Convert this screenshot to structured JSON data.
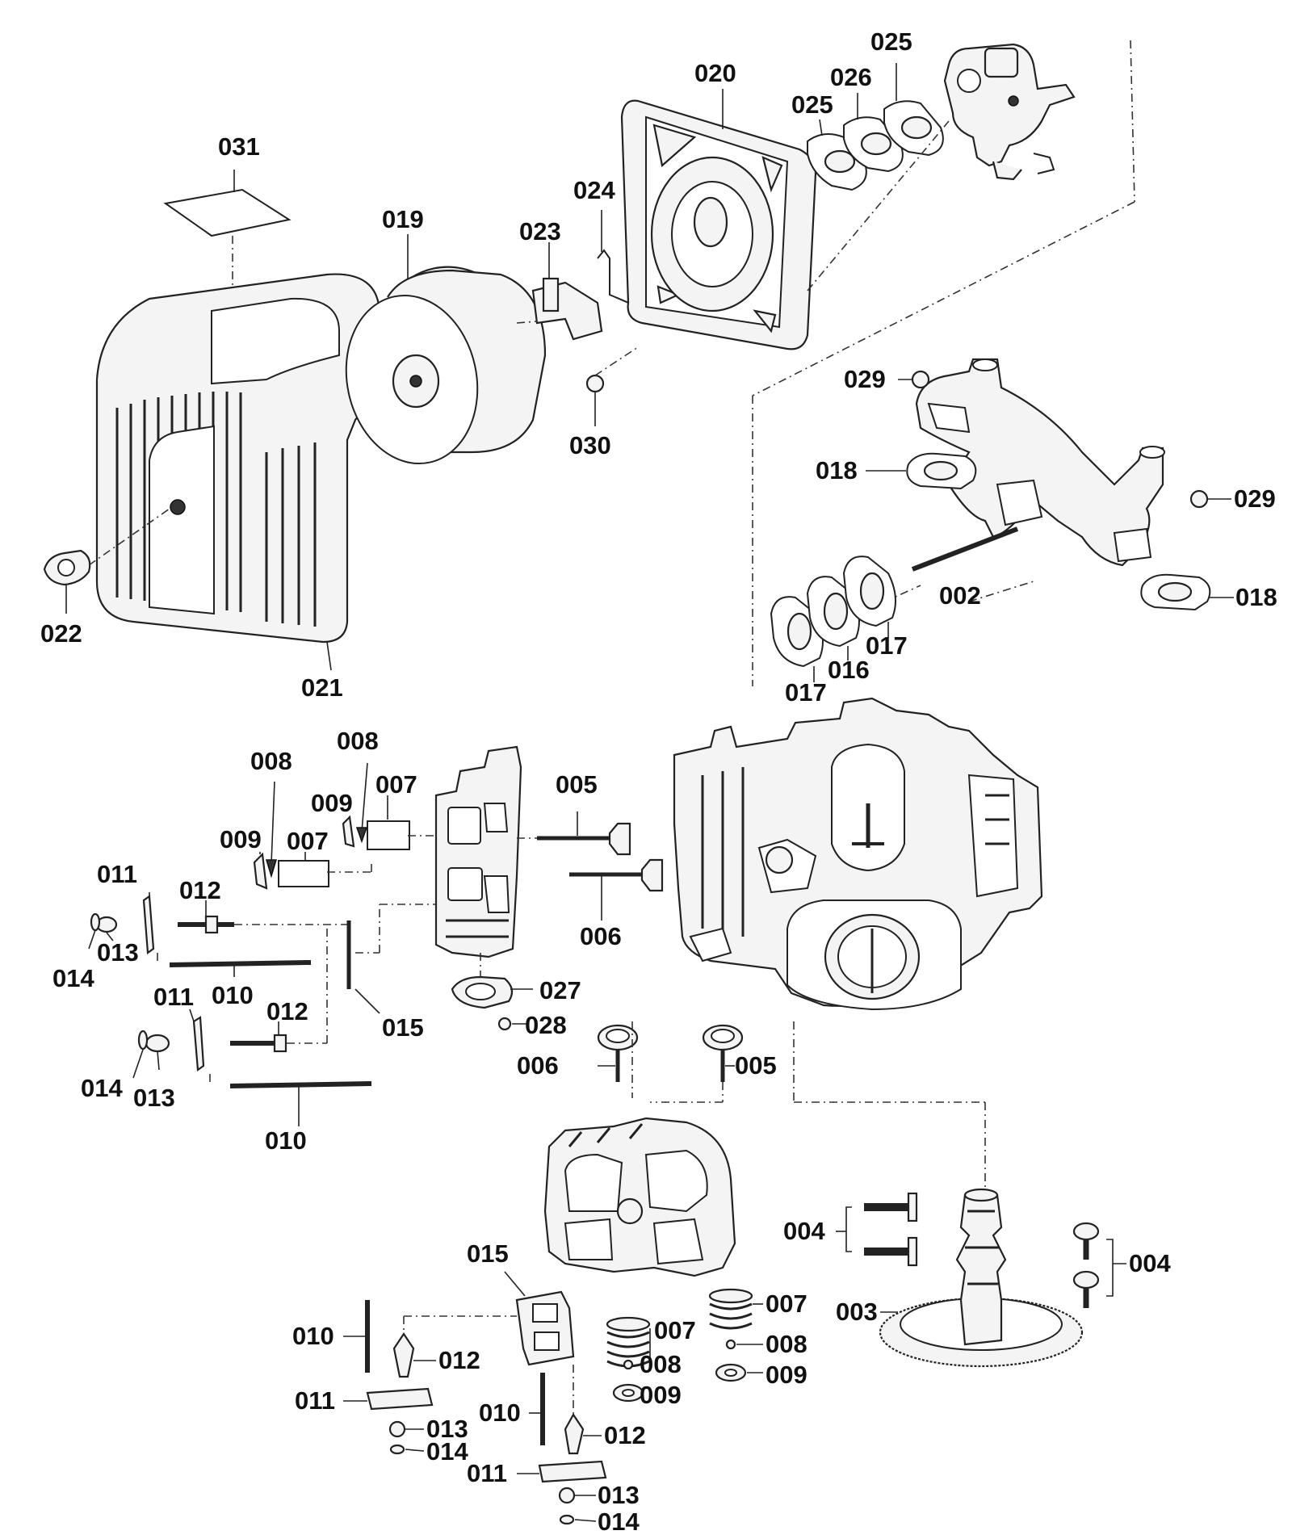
{
  "labels": [
    {
      "id": "031a",
      "text": "031"
    },
    {
      "id": "019a",
      "text": "019"
    },
    {
      "id": "023a",
      "text": "023"
    },
    {
      "id": "024a",
      "text": "024"
    },
    {
      "id": "020a",
      "text": "020"
    },
    {
      "id": "025a",
      "text": "025"
    },
    {
      "id": "026a",
      "text": "026"
    },
    {
      "id": "025b",
      "text": "025"
    },
    {
      "id": "030a",
      "text": "030"
    },
    {
      "id": "029a",
      "text": "029"
    },
    {
      "id": "018a",
      "text": "018"
    },
    {
      "id": "029b",
      "text": "029"
    },
    {
      "id": "002a",
      "text": "002"
    },
    {
      "id": "018b",
      "text": "018"
    },
    {
      "id": "017a",
      "text": "017"
    },
    {
      "id": "016a",
      "text": "016"
    },
    {
      "id": "017b",
      "text": "017"
    },
    {
      "id": "022a",
      "text": "022"
    },
    {
      "id": "021a",
      "text": "021"
    },
    {
      "id": "008a",
      "text": "008"
    },
    {
      "id": "008b",
      "text": "008"
    },
    {
      "id": "009a",
      "text": "009"
    },
    {
      "id": "007a",
      "text": "007"
    },
    {
      "id": "009b",
      "text": "009"
    },
    {
      "id": "007b",
      "text": "007"
    },
    {
      "id": "005a",
      "text": "005"
    },
    {
      "id": "011a",
      "text": "011"
    },
    {
      "id": "012a",
      "text": "012"
    },
    {
      "id": "013a",
      "text": "013"
    },
    {
      "id": "014a",
      "text": "014"
    },
    {
      "id": "006a",
      "text": "006"
    },
    {
      "id": "010a",
      "text": "010"
    },
    {
      "id": "015a",
      "text": "015"
    },
    {
      "id": "027a",
      "text": "027"
    },
    {
      "id": "028a",
      "text": "028"
    },
    {
      "id": "011b",
      "text": "011"
    },
    {
      "id": "012b",
      "text": "012"
    },
    {
      "id": "014b",
      "text": "014"
    },
    {
      "id": "013b",
      "text": "013"
    },
    {
      "id": "006b",
      "text": "006"
    },
    {
      "id": "005b",
      "text": "005"
    },
    {
      "id": "010b",
      "text": "010"
    },
    {
      "id": "004a",
      "text": "004"
    },
    {
      "id": "004b",
      "text": "004"
    },
    {
      "id": "015b",
      "text": "015"
    },
    {
      "id": "007c",
      "text": "007"
    },
    {
      "id": "007d",
      "text": "007"
    },
    {
      "id": "003a",
      "text": "003"
    },
    {
      "id": "008c",
      "text": "008"
    },
    {
      "id": "008d",
      "text": "008"
    },
    {
      "id": "009c",
      "text": "009"
    },
    {
      "id": "009d",
      "text": "009"
    },
    {
      "id": "010c",
      "text": "010"
    },
    {
      "id": "012c",
      "text": "012"
    },
    {
      "id": "011c",
      "text": "011"
    },
    {
      "id": "013c",
      "text": "013"
    },
    {
      "id": "010d",
      "text": "010"
    },
    {
      "id": "012d",
      "text": "012"
    },
    {
      "id": "014c",
      "text": "014"
    },
    {
      "id": "011d",
      "text": "011"
    },
    {
      "id": "013d",
      "text": "013"
    },
    {
      "id": "014d",
      "text": "014"
    }
  ]
}
